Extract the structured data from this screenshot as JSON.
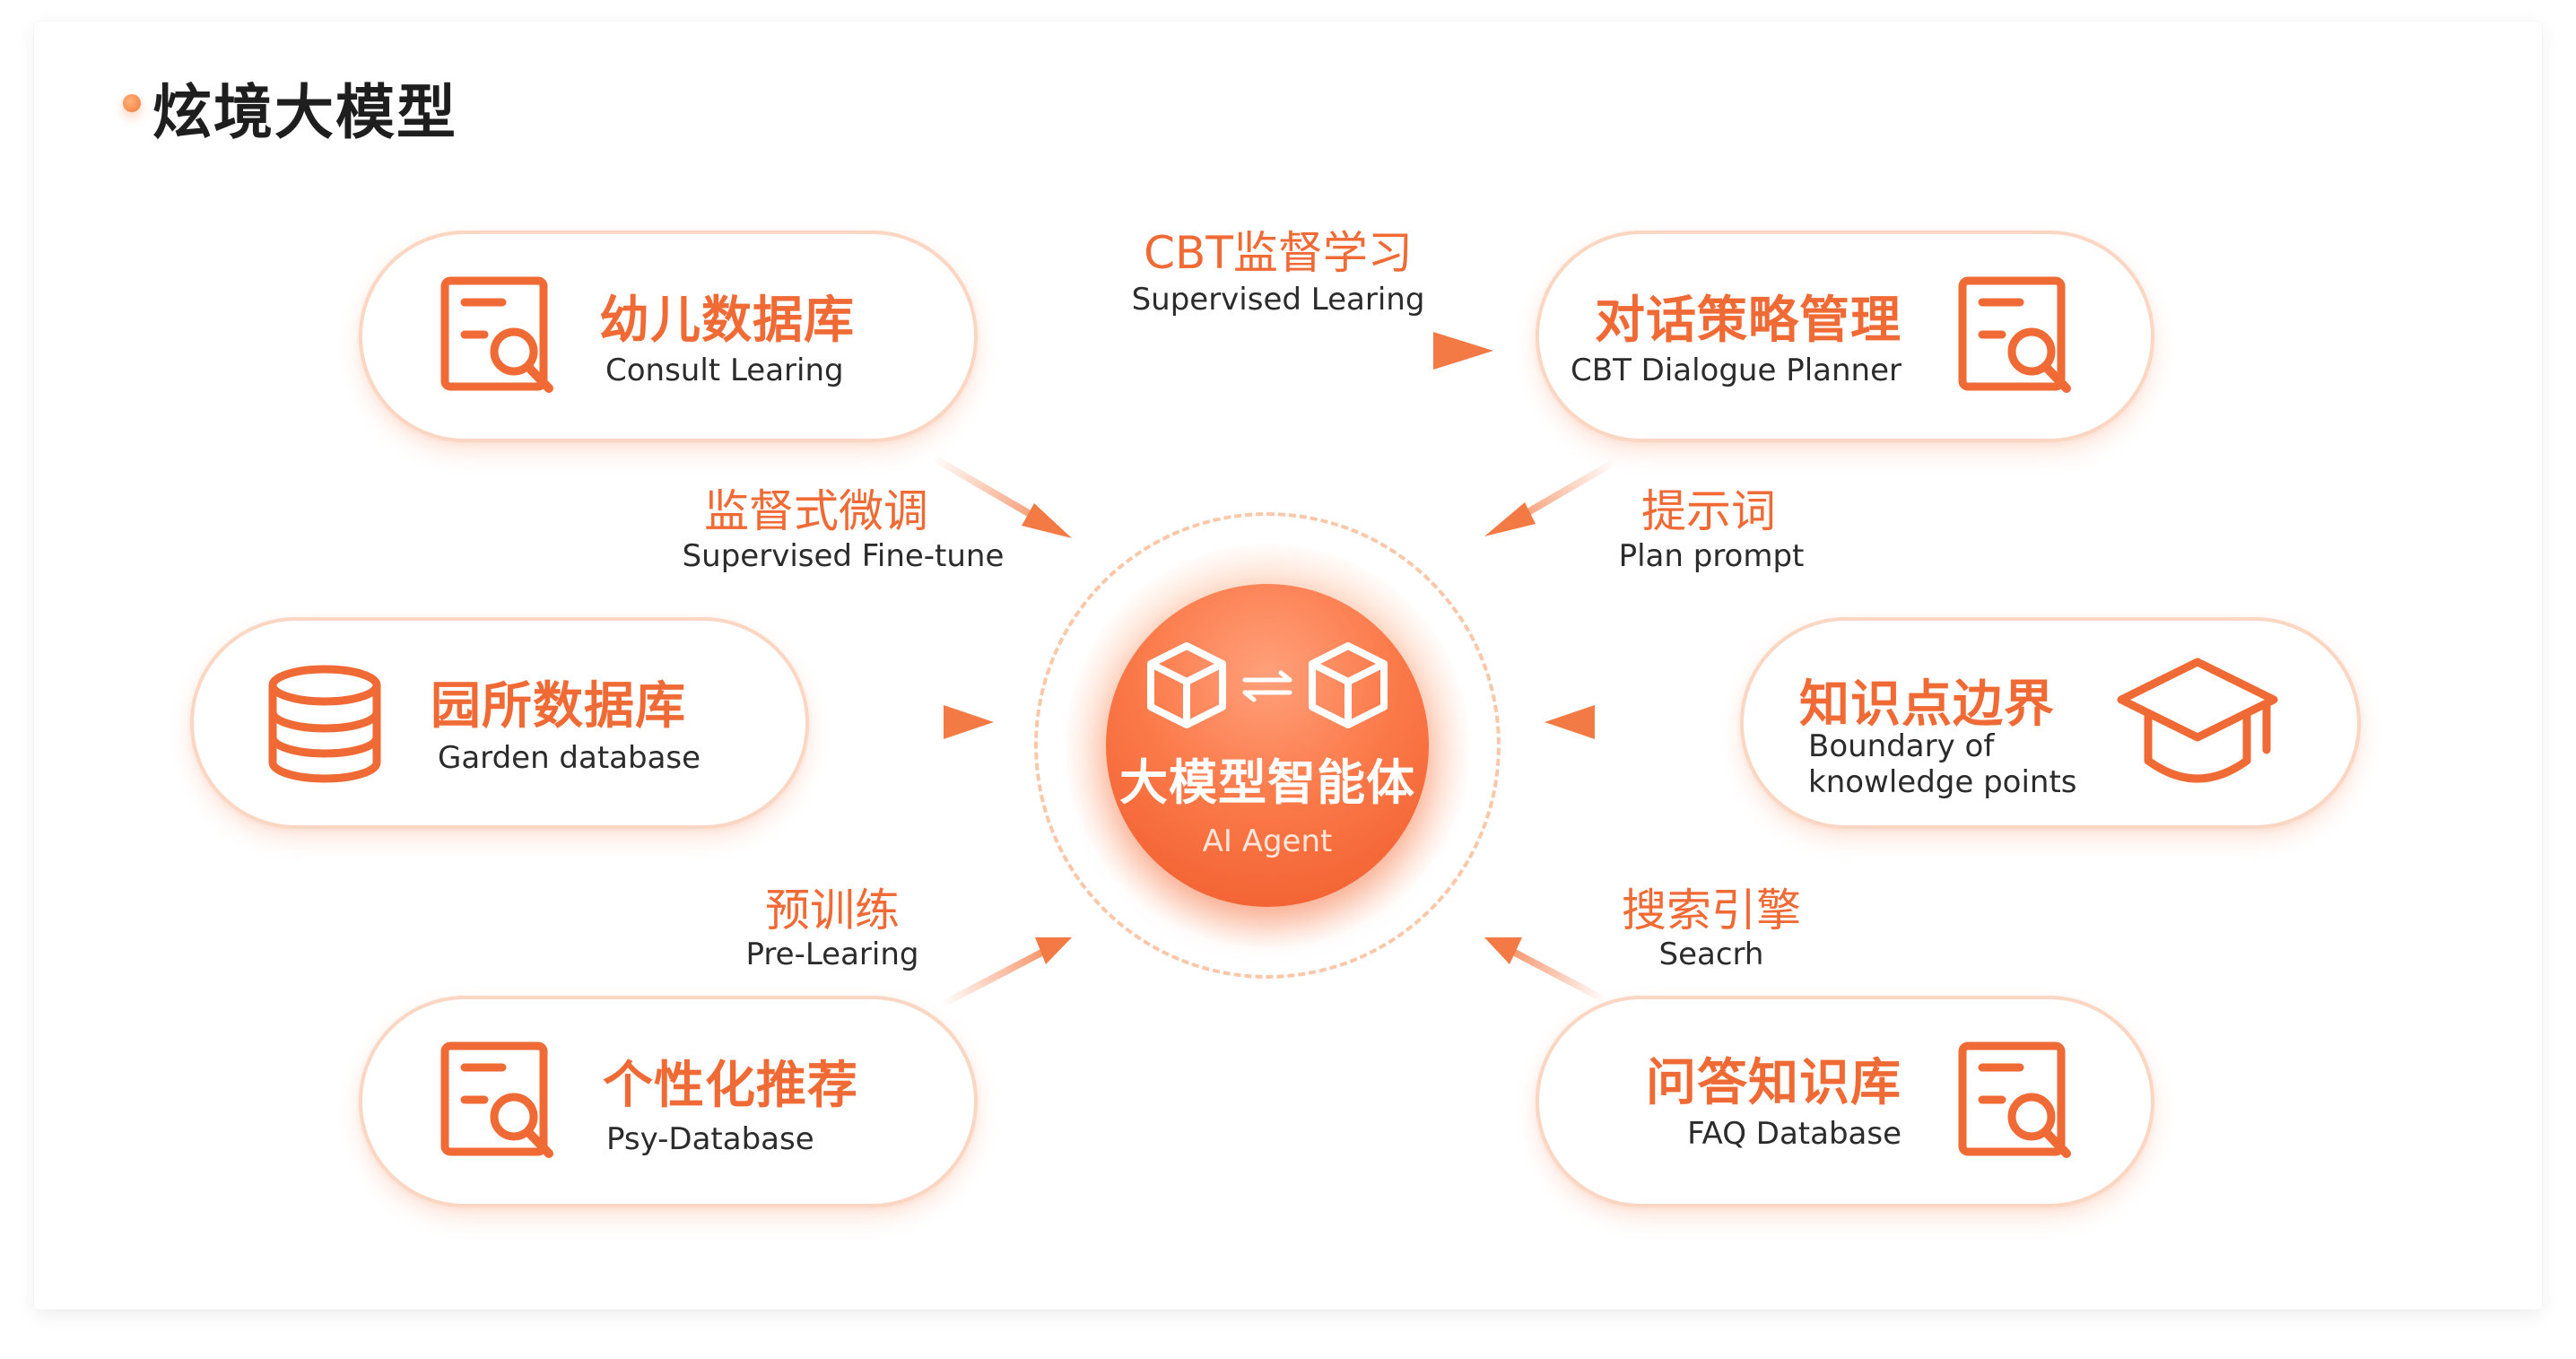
{
  "page": {
    "title": "炫境大模型"
  },
  "hub": {
    "title": "大模型智能体",
    "subtitle": "AI Agent",
    "icon": "cube-exchange-icon"
  },
  "nodes": {
    "kids_db": {
      "title": "幼儿数据库",
      "subtitle": "Consult Learing",
      "icon": "document-search-icon"
    },
    "garden_db": {
      "title": "园所数据库",
      "subtitle": "Garden database",
      "icon": "database-icon"
    },
    "psy_db": {
      "title": "个性化推荐",
      "subtitle": "Psy-Database",
      "icon": "document-search-icon"
    },
    "dialogue": {
      "title": "对话策略管理",
      "subtitle": "CBT Dialogue Planner",
      "icon": "document-search-icon"
    },
    "knowledge": {
      "title": "知识点边界",
      "subtitle_line1": "Boundary of",
      "subtitle_line2": "knowledge points",
      "icon": "graduation-cap-icon"
    },
    "faq_db": {
      "title": "问答知识库",
      "subtitle": "FAQ Database",
      "icon": "document-search-icon"
    }
  },
  "edges": {
    "cbt": {
      "label": "CBT监督学习",
      "sublabel": "Supervised Learing"
    },
    "finetune": {
      "label": "监督式微调",
      "sublabel": "Supervised Fine-tune"
    },
    "prompt": {
      "label": "提示词",
      "sublabel": "Plan prompt"
    },
    "pretrain": {
      "label": "预训练",
      "sublabel": "Pre-Learing"
    },
    "search": {
      "label": "搜索引擎",
      "sublabel": "Seacrh"
    }
  },
  "colors": {
    "accent": "#f06a35",
    "pill_border": "#fbd6c2",
    "arrow": "#f47a45",
    "hub": "#f8764a"
  }
}
